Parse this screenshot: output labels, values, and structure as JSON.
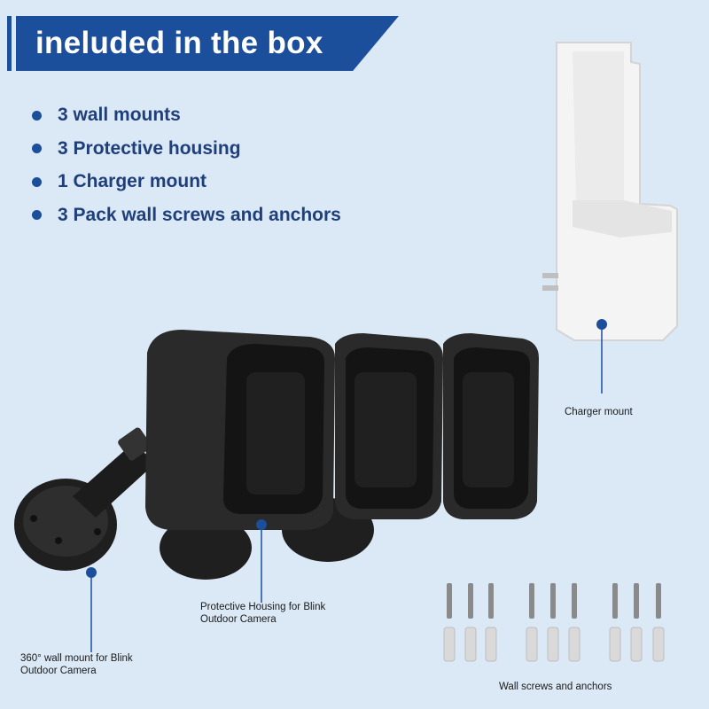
{
  "header": {
    "title": "ineluded in the box"
  },
  "contents": [
    {
      "text": "3 wall mounts"
    },
    {
      "text": "3 Protective housing"
    },
    {
      "text": "1 Charger mount"
    },
    {
      "text": "3 Pack wall screws and anchors"
    }
  ],
  "callouts": {
    "charger_mount": "Charger mount",
    "protective_housing": [
      "Protective Housing for Blink",
      "Outdoor Camera"
    ],
    "wall_mount": [
      "360° wall mount for Blink",
      "Outdoor Camera"
    ],
    "screws": "Wall screws and anchors"
  },
  "colors": {
    "background": "#dbe9f7",
    "accent": "#1b4e9b",
    "text_dark": "#1f3f7a",
    "product_black": "#2a2a2a",
    "product_white": "#f7f7f7"
  }
}
